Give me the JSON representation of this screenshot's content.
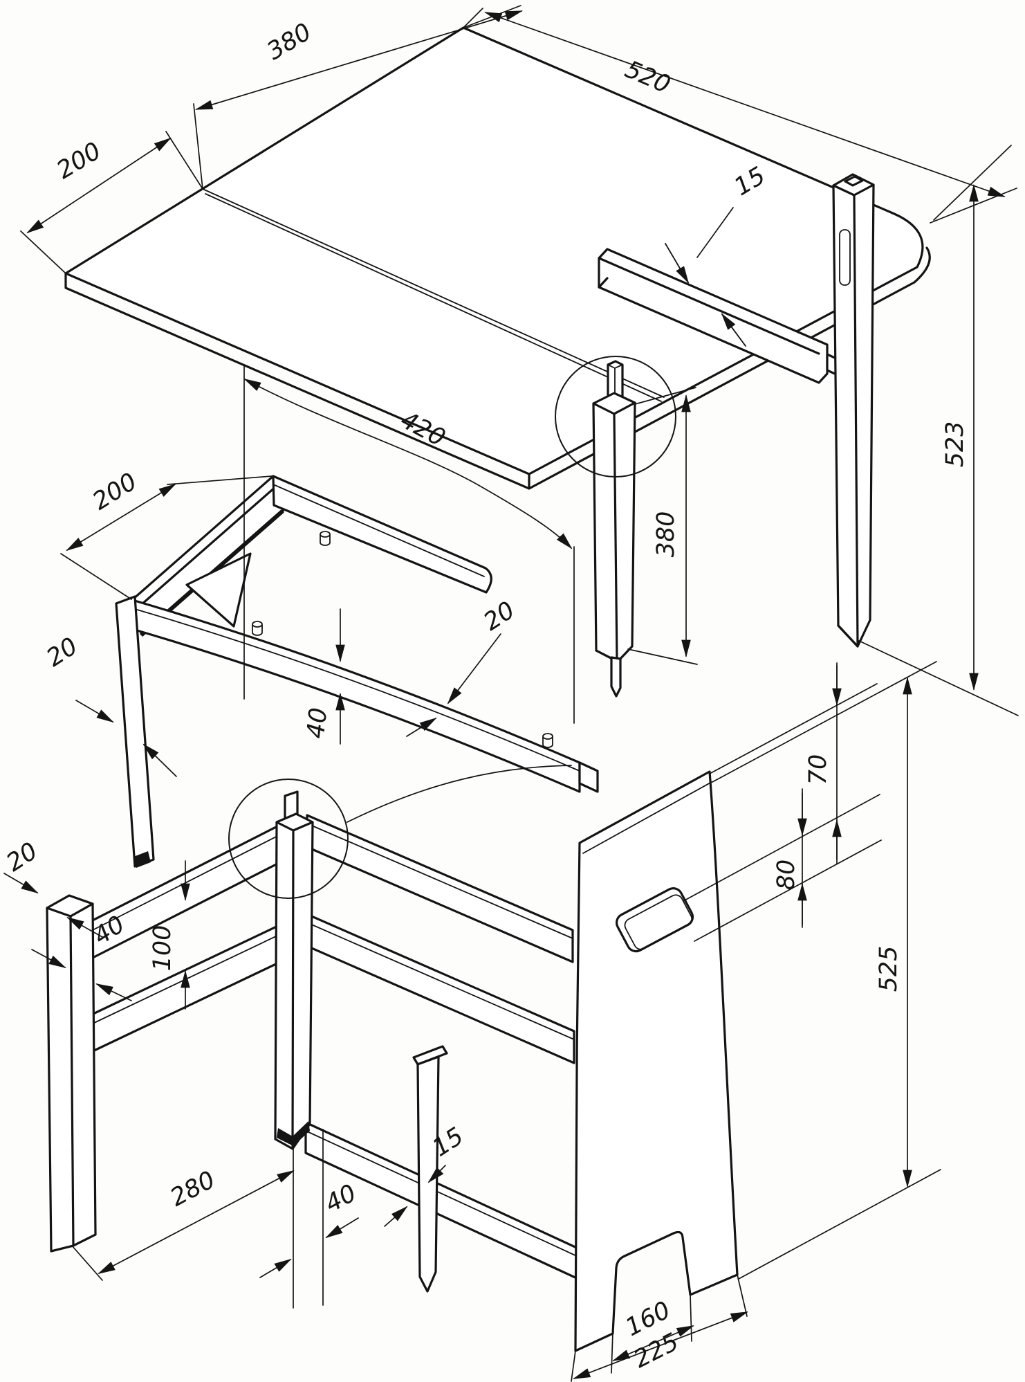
{
  "drawing": {
    "kind": "exploded isometric furniture assembly drawing",
    "units": "mm",
    "colors": {
      "ink": "#141414",
      "paper": "#fdfdfc"
    }
  },
  "dims": [
    {
      "id": "top-main-width",
      "value": "380"
    },
    {
      "id": "top-depth",
      "value": "520"
    },
    {
      "id": "top-leaf-width",
      "value": "200"
    },
    {
      "id": "edge-strip-thickness",
      "value": "15"
    },
    {
      "id": "leg-assembly-height",
      "value": "523"
    },
    {
      "id": "rear-leg-length",
      "value": "380"
    },
    {
      "id": "frame-rail-length",
      "value": "420"
    },
    {
      "id": "frame-cross-rail-length",
      "value": "200"
    },
    {
      "id": "frame-leg-thickness",
      "value": "20"
    },
    {
      "id": "frame-rail-thickness",
      "value": "20"
    },
    {
      "id": "frame-rail-height",
      "value": "40"
    },
    {
      "id": "rail-spacing",
      "value": "100"
    },
    {
      "id": "front-leg-thickness",
      "value": "20"
    },
    {
      "id": "front-leg-width",
      "value": "40"
    },
    {
      "id": "leg-spacing",
      "value": "280"
    },
    {
      "id": "mid-leg-width",
      "value": "40"
    },
    {
      "id": "runner-strip-thickness",
      "value": "15"
    },
    {
      "id": "panel-hole-top-offset",
      "value": "70"
    },
    {
      "id": "panel-hole-height",
      "value": "80"
    },
    {
      "id": "panel-height",
      "value": "525"
    },
    {
      "id": "panel-cutout-width",
      "value": "160"
    },
    {
      "id": "panel-bottom-width",
      "value": "225"
    }
  ]
}
